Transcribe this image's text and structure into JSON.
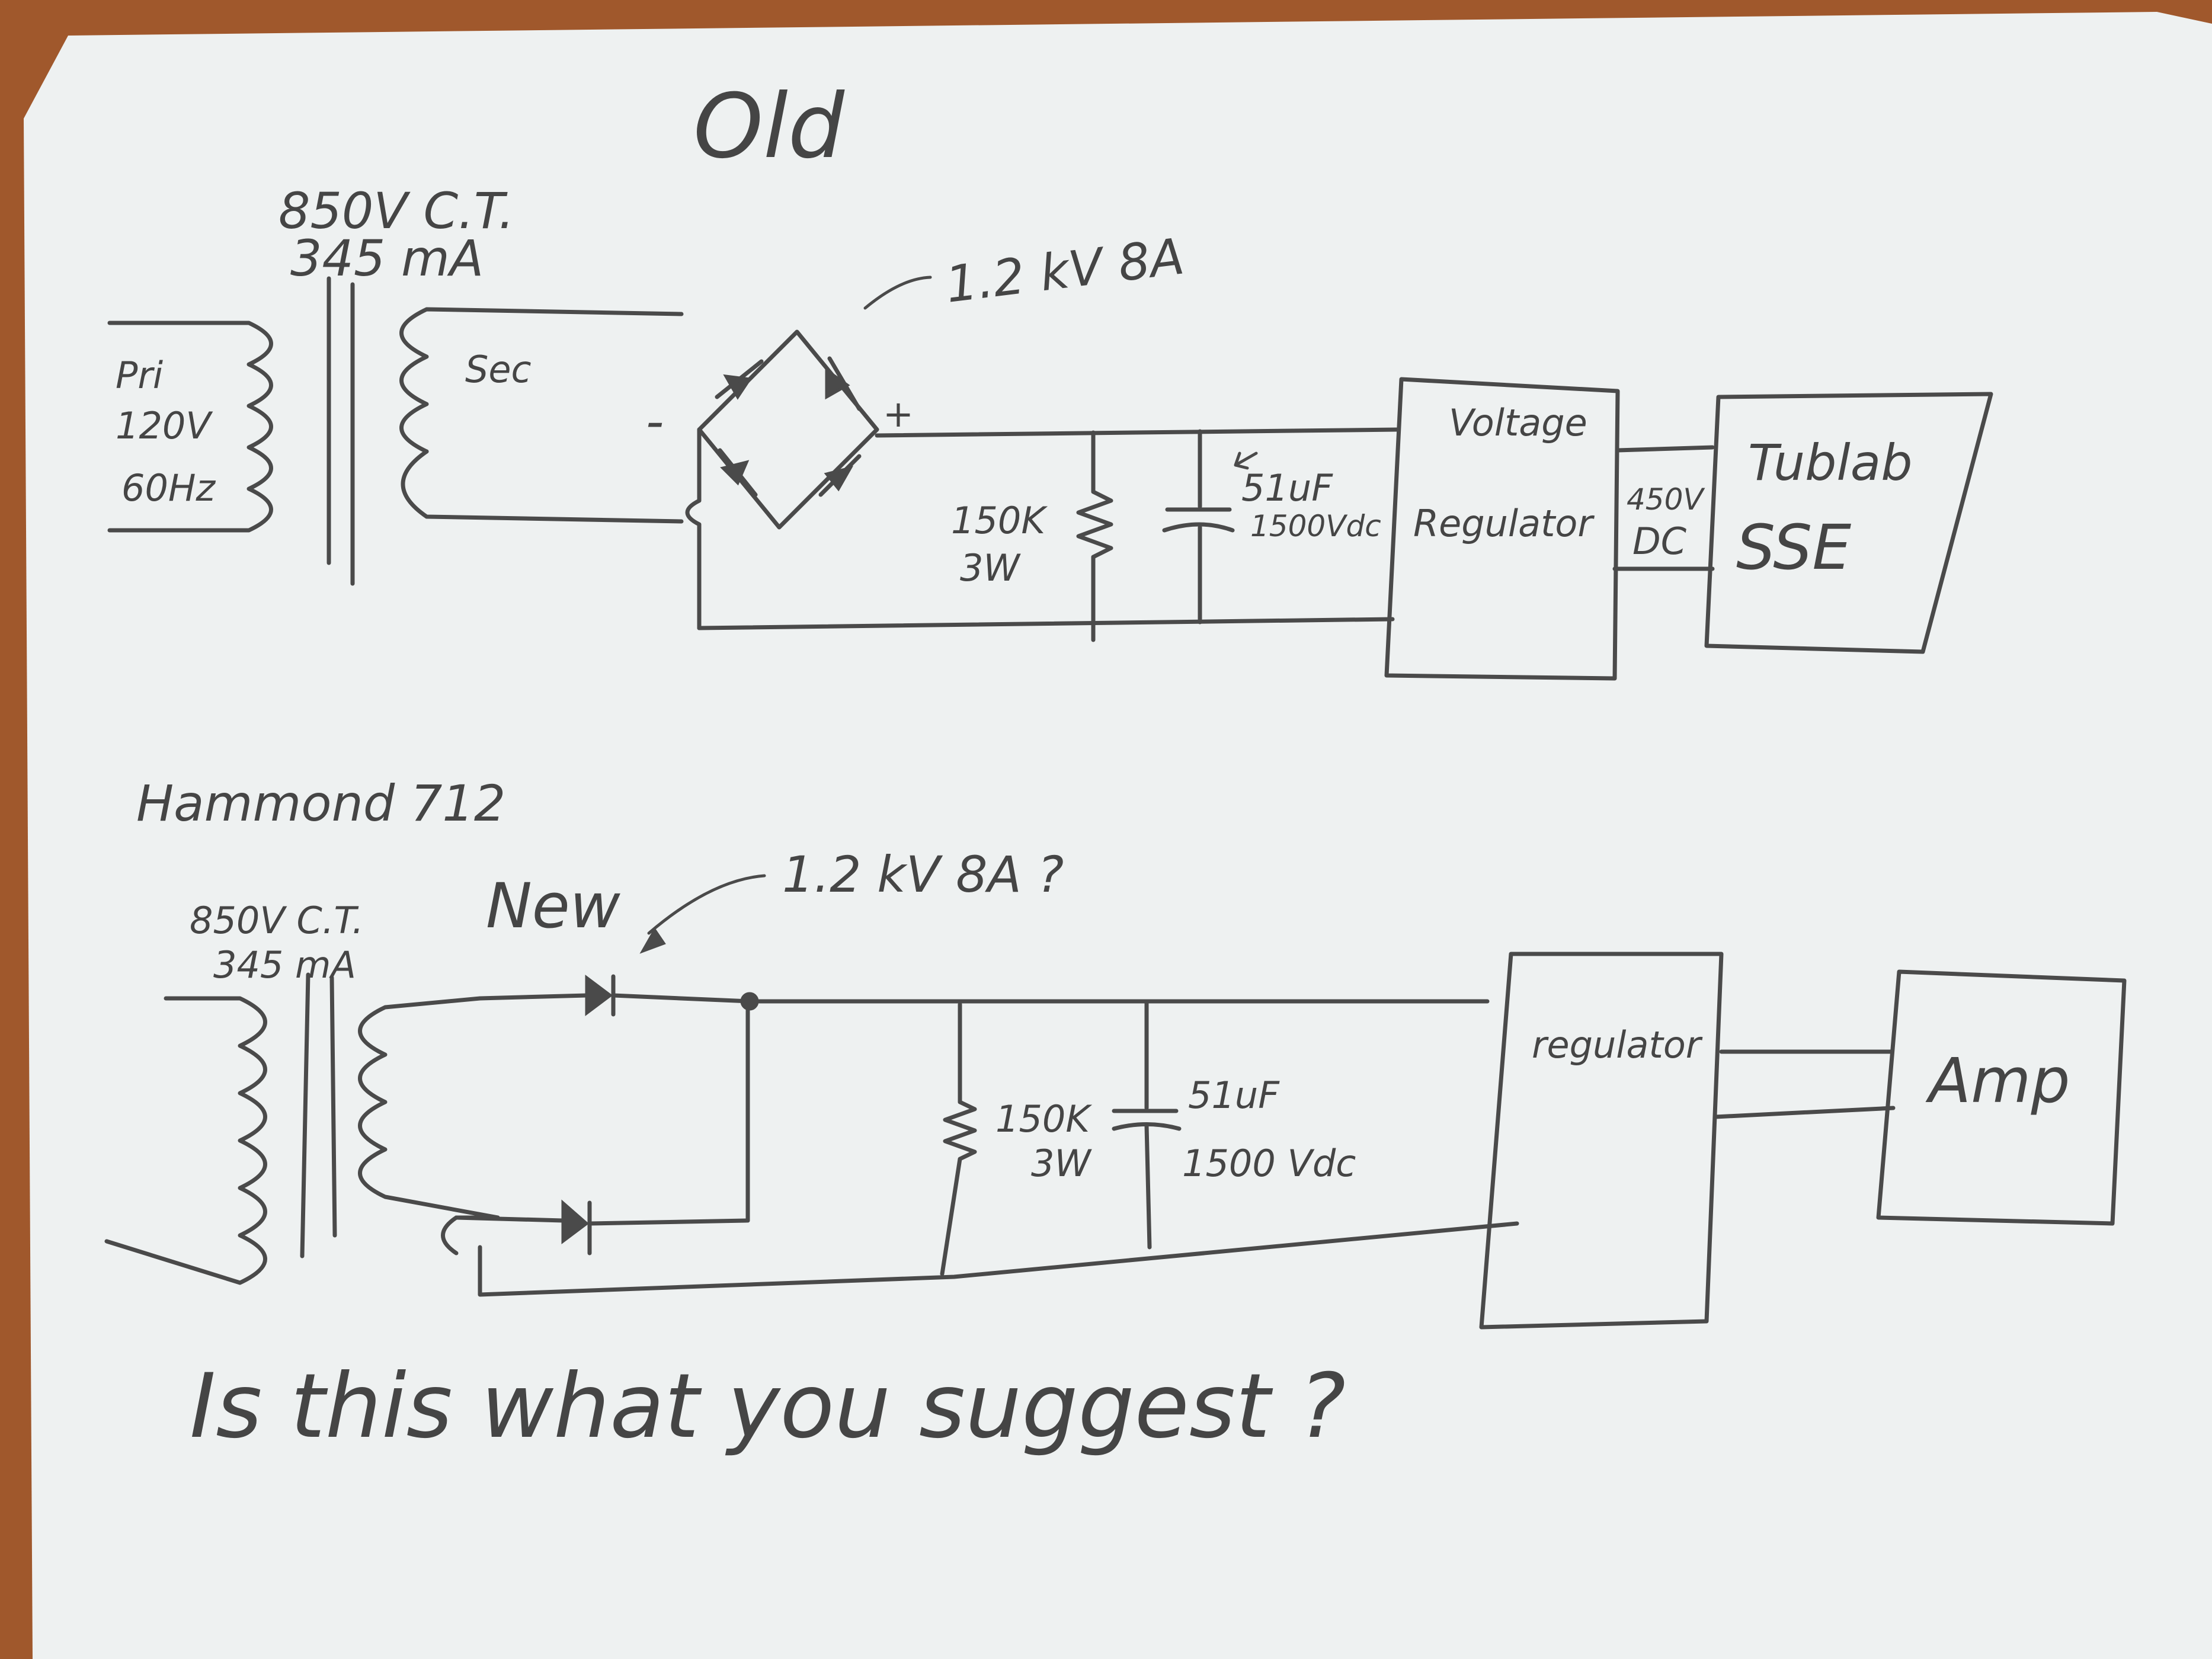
{
  "old": {
    "title": "Old",
    "transformer_rating_line1": "850V C.T.",
    "transformer_rating_line2": "345 mA",
    "primary_line1": "Pri",
    "primary_line2": "120V",
    "primary_line3": "60Hz",
    "secondary": "Sec",
    "diode_rating": "1.2 kV 8A",
    "minus": "-",
    "plus": "+",
    "resistor_line1": "150K",
    "resistor_line2": "3W",
    "capacitor_line1": "51uF",
    "capacitor_line2": "1500Vdc",
    "regulator_line1": "Voltage",
    "regulator_line2": "Regulator",
    "output_line1": "450V",
    "output_line2": "DC",
    "load_line1": "Tublab",
    "load_line2": "SSE"
  },
  "new": {
    "transformer_model": "Hammond 712",
    "title": "New",
    "transformer_rating_line1": "850V C.T.",
    "transformer_rating_line2": "345 mA",
    "diode_rating": "1.2 kV 8A ?",
    "resistor_line1": "150K",
    "resistor_line2": "3W",
    "capacitor_line1": "51uF",
    "capacitor_line2": "1500 Vdc",
    "regulator": "regulator",
    "load": "Amp"
  },
  "question": "Is this what you suggest ?"
}
